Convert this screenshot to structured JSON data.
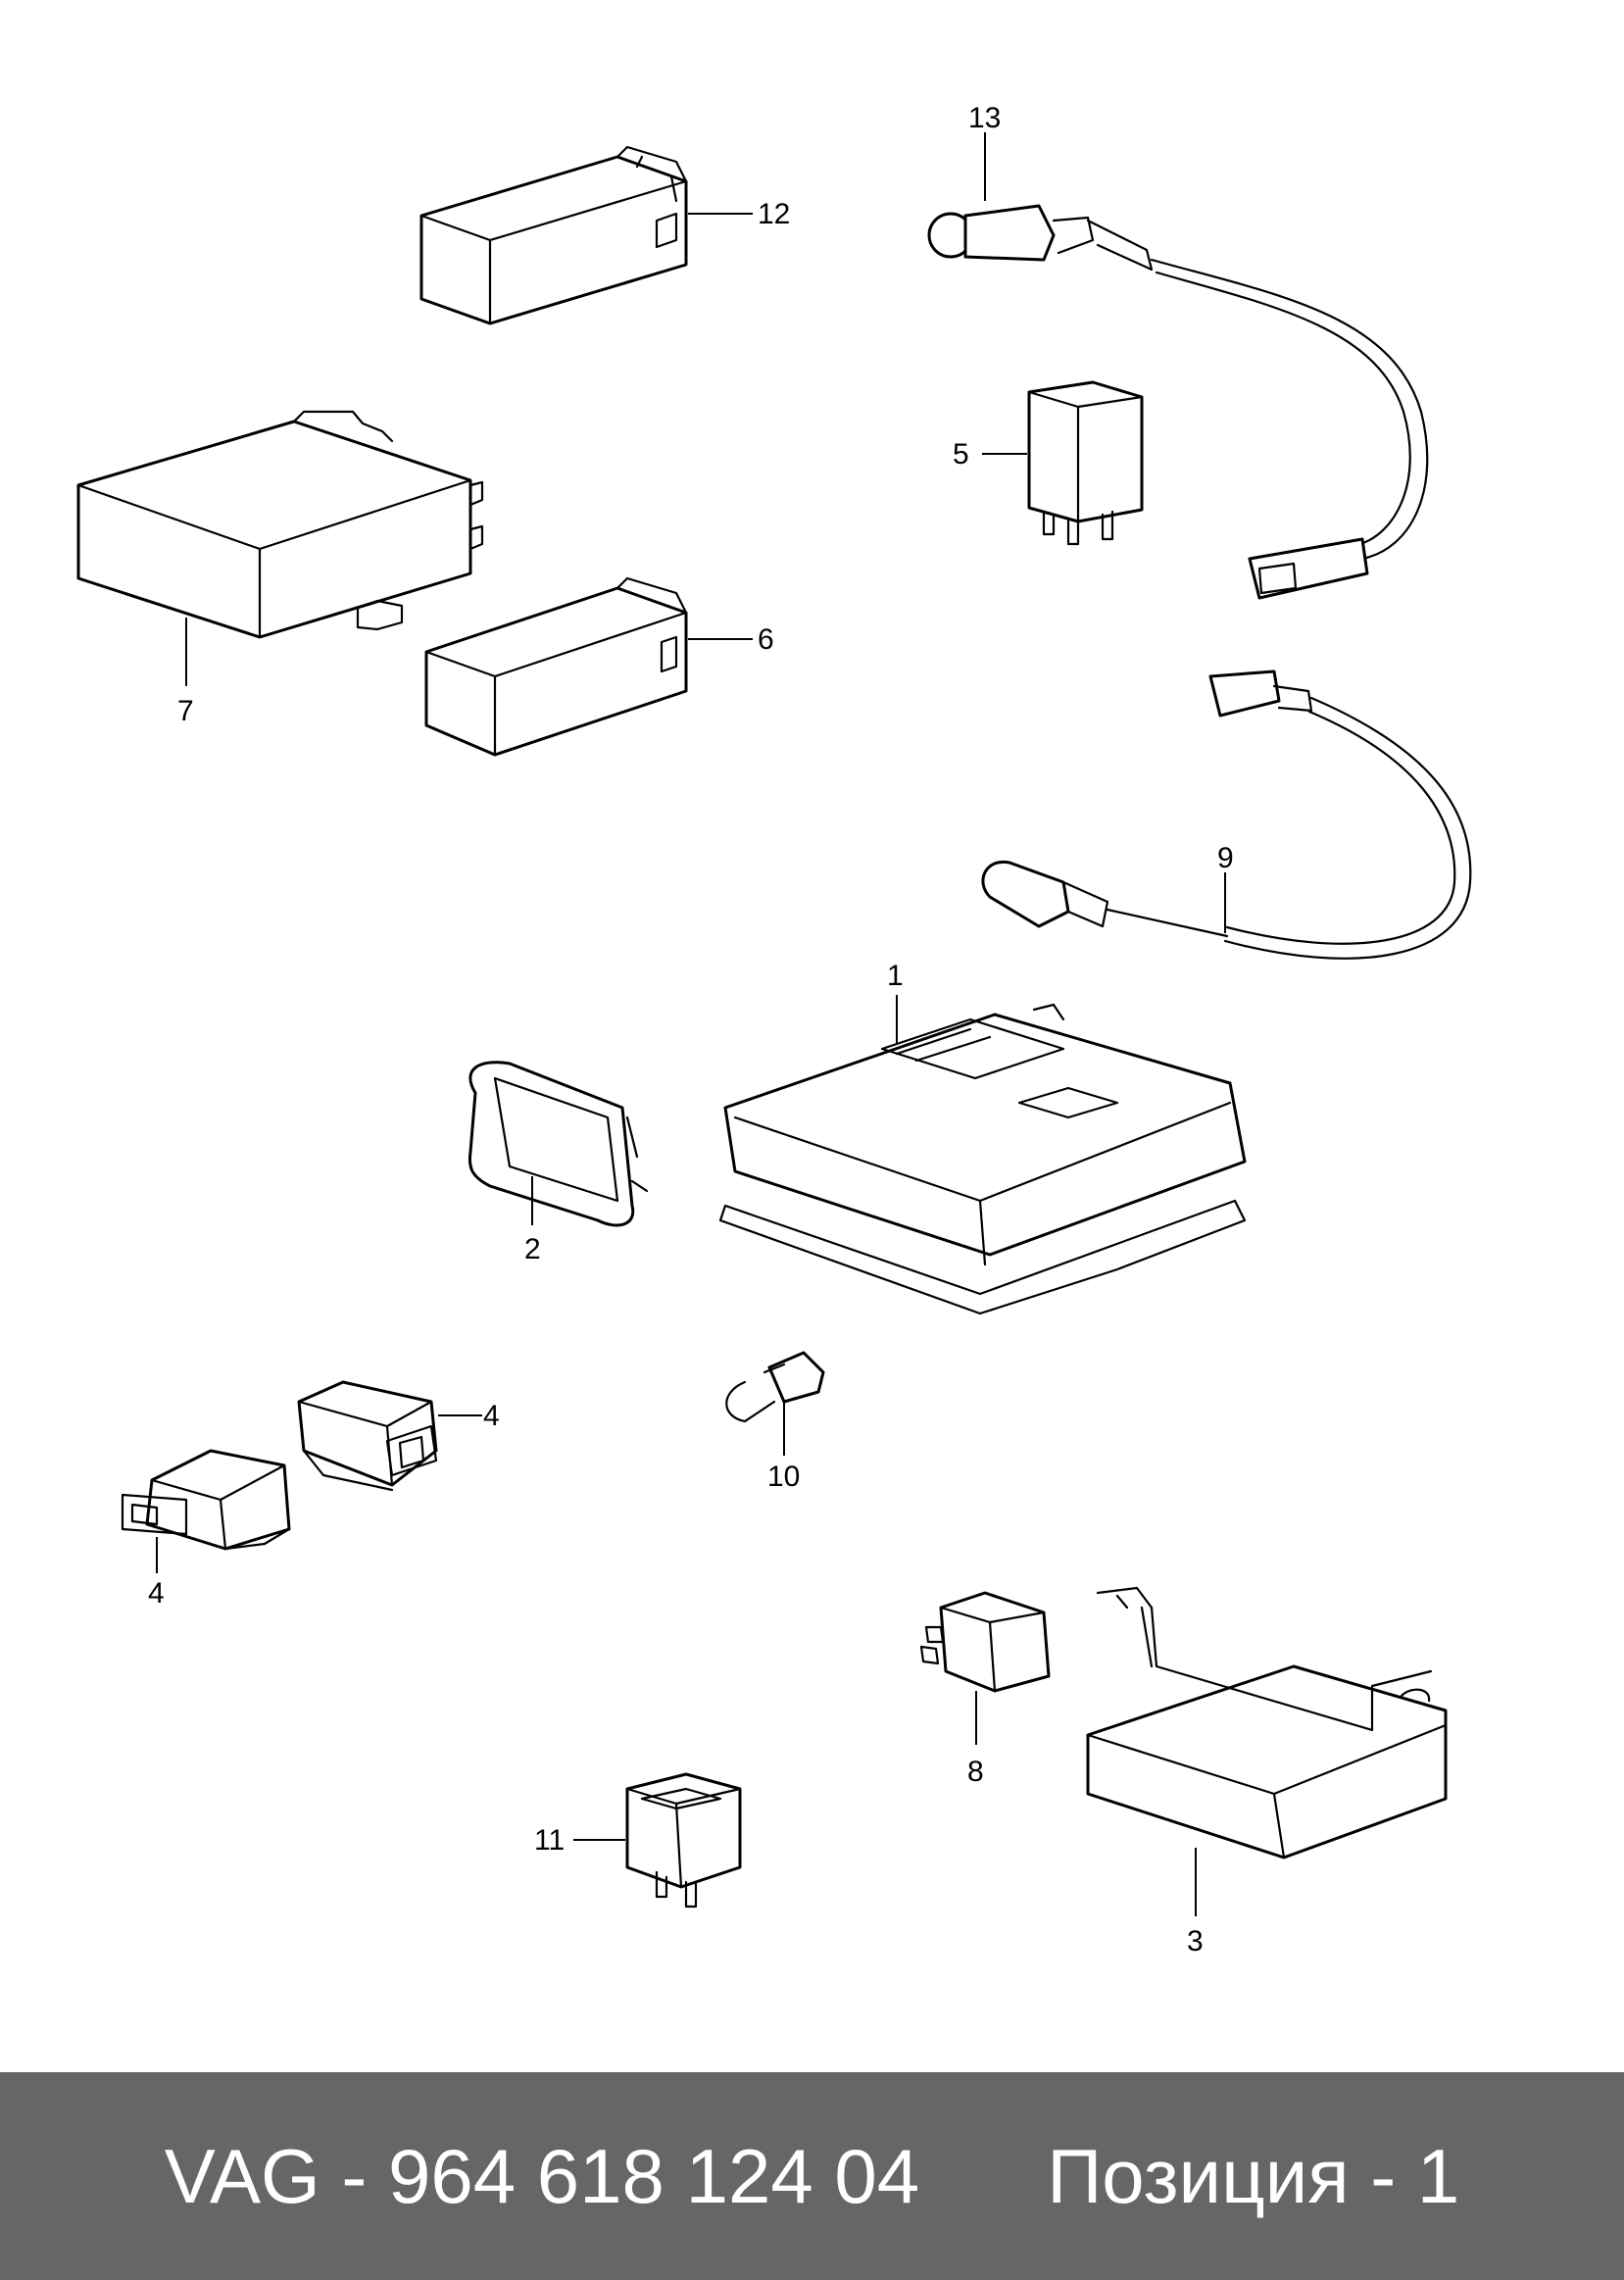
{
  "callouts": {
    "c1": "1",
    "c2": "2",
    "c3": "3",
    "c4a": "4",
    "c4b": "4",
    "c5": "5",
    "c6": "6",
    "c7": "7",
    "c8": "8",
    "c9": "9",
    "c10": "10",
    "c11": "11",
    "c12": "12",
    "c13": "13"
  },
  "footer": {
    "part_code": "VAG - 964 618 124 04",
    "position": "Позиция - 1"
  },
  "colors": {
    "footer_bg": "#666666",
    "footer_text": "#ffffff",
    "line": "#000000"
  }
}
